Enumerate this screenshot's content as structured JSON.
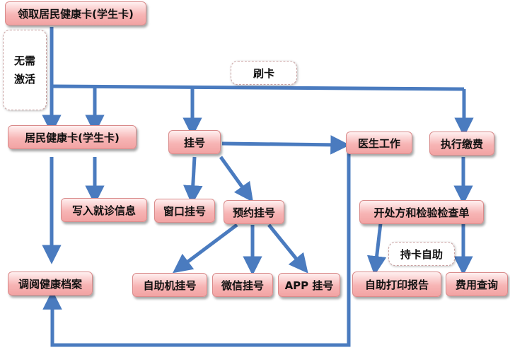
{
  "nodes": {
    "get_card": "领取居民健康卡(学生卡)",
    "resident_card": "居民健康卡(学生卡)",
    "registration": "挂号",
    "doctor_work": "医生工作",
    "payment": "执行缴费",
    "write_info": "写入就诊信息",
    "window_reg": "窗口挂号",
    "appointment_reg": "预约挂号",
    "prescription_exam": "开处方和检验检查单",
    "view_records": "调阅健康档案",
    "self_service_reg": "自助机挂号",
    "wechat_reg": "微信挂号",
    "app_reg": "APP 挂号",
    "self_print": "自助打印报告",
    "fee_query": "费用查询"
  },
  "notes": {
    "no_activation": "无需\n激活",
    "swipe_card": "刷卡",
    "card_self_service": "持卡自助"
  },
  "colors": {
    "arrow": "#4a7bbf",
    "node_fill": "#f7b5b5",
    "node_border": "#d98a8a"
  }
}
